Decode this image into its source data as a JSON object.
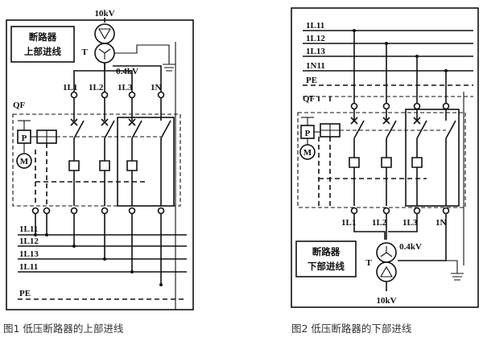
{
  "fig1": {
    "voltage_high": "10kV",
    "transformer_label": "T",
    "voltage_low": "0.4kV",
    "box_line1": "断路器",
    "box_line2": "上部进线",
    "qf": "QF",
    "p": "P",
    "m": "M",
    "phases": [
      "1L1",
      "1L2",
      "1L3",
      "1N"
    ],
    "buses": [
      "1L11",
      "1L12",
      "1L13",
      "1L11",
      "PE"
    ],
    "caption": "图1   低压断路器的上部进线"
  },
  "fig2": {
    "buses": [
      "1L11",
      "1L12",
      "1L13",
      "1N11",
      "PE"
    ],
    "qf": "QF",
    "p": "P",
    "m": "M",
    "phases": [
      "1L1",
      "1L2",
      "1L3",
      "1N"
    ],
    "voltage_low": "0.4kV",
    "transformer_label": "T",
    "box_line1": "断路器",
    "box_line2": "下部进线",
    "voltage_high": "10kV",
    "caption": "图2   低压断路器的下部进线"
  }
}
